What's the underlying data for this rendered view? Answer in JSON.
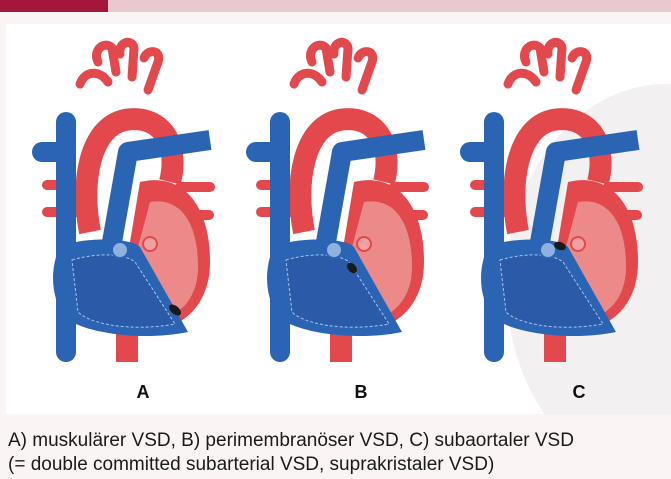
{
  "panels": [
    {
      "letter": "A",
      "vsd_type": "muscular"
    },
    {
      "letter": "B",
      "vsd_type": "perimembranous"
    },
    {
      "letter": "C",
      "vsd_type": "subaortic"
    }
  ],
  "caption": {
    "line1": "A) muskulärer VSD, B) perimembranöser VSD, C) subaortaler VSD",
    "line2": "(= double committed subarterial VSD, suprakristaler VSD)"
  },
  "colors": {
    "accent": "#a5163c",
    "artery_red": "#e2484c",
    "vein_blue": "#2c64b4",
    "ventricle_fill_red": "#ec8a89",
    "ventricle_fill_blue": "#2a5aa8"
  }
}
